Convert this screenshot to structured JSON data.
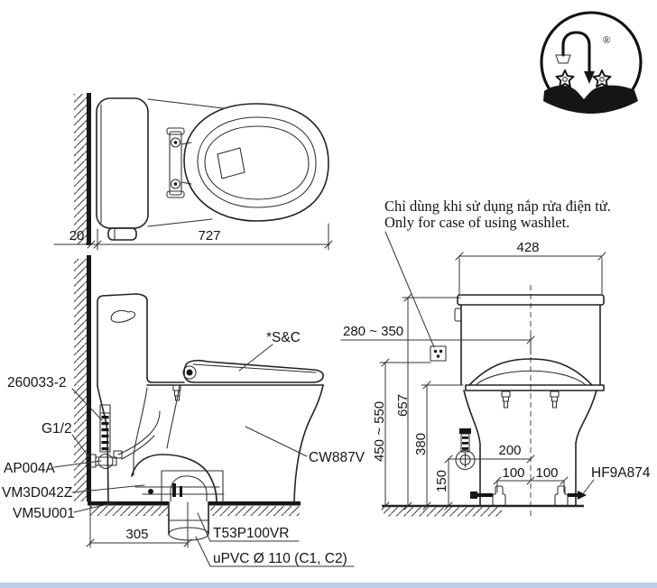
{
  "logo": {
    "registered": "®"
  },
  "note": {
    "vietnamese": "Chỉ dùng khi sử dụng nắp rửa điện tử.",
    "english": "Only for case of using washlet."
  },
  "top_view": {
    "overall_depth": "727",
    "wall_gap": "20"
  },
  "side_view": {
    "supply_hose_code": "260033-2",
    "thread_size": "G1/2",
    "angle_valve_code": "AP004A",
    "fitting_code": "VM3D042Z",
    "socket_code": "VM5U001",
    "drain_offset": "305",
    "outlet_joint_code": "T53P100VR",
    "drain_pipe_spec": "uPVC Ø 110 (C1, C2)",
    "seat_code": "*S&C",
    "bowl_code": "CW887V"
  },
  "front_view": {
    "tank_width": "428",
    "outlet_horizontal_range": "280 ~ 350",
    "overall_height": "657",
    "outlet_height_range": "450 ~ 550",
    "deck_height": "380",
    "valve_height": "150",
    "valve_to_center": "200",
    "bolt_left_offset": "100",
    "bolt_right_offset": "100",
    "bolt_cap_code": "HF9A874"
  }
}
